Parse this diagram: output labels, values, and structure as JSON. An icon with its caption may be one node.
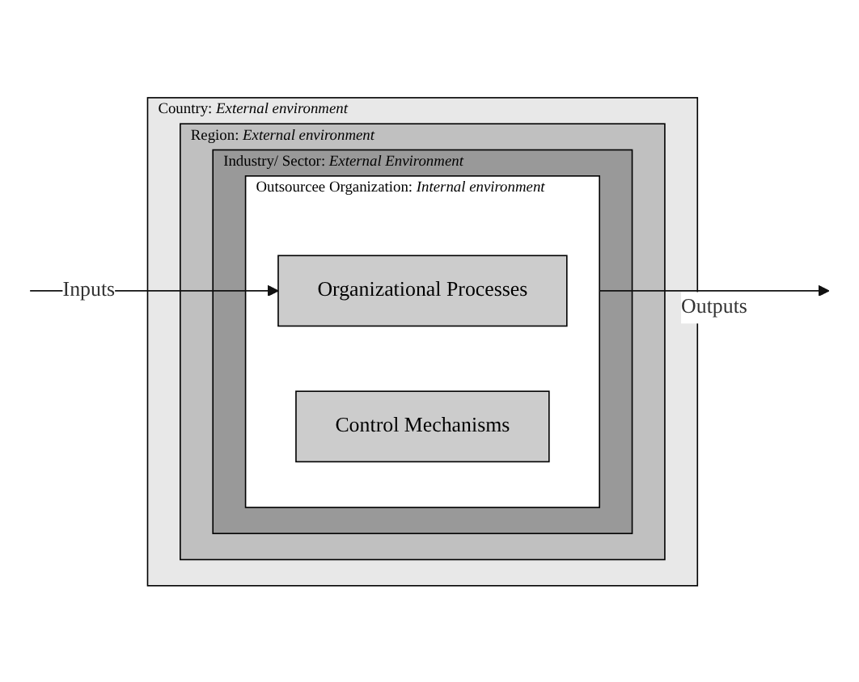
{
  "diagram": {
    "nodes": [
      {
        "text": [
          "Country: *External environment*"
        ]
      },
      {
        "text": [
          "Region: *External environment*"
        ],
        "in": 0
      },
      {
        "text": [
          "Industry/ Sector: *External Environment*"
        ],
        "in": 1
      },
      {
        "text": [
          "Outsourcee Organization: *Internal environment*"
        ],
        "in": 2
      },
      {
        "text": [
          "Organizational Processes"
        ],
        "in": 3
      },
      {
        "text": [
          "Control Mechanisms"
        ],
        "in": 3
      }
    ],
    "edges": [
      {
        "from": null,
        "to": 4,
        "arrow": "to",
        "label": "Inputs"
      },
      {
        "from": 3,
        "to": null,
        "arrow": "to",
        "label": "Outputs"
      }
    ]
  }
}
